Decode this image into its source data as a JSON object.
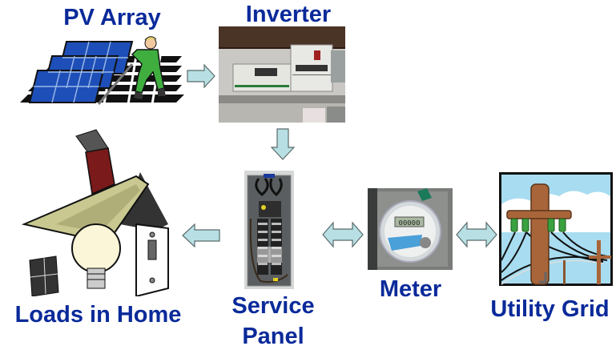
{
  "diagram": {
    "title": "Grid-tied PV system flow",
    "colors": {
      "label_text": "#0a2a9a",
      "arrow_fill": "#b8e0e4",
      "arrow_stroke": "#5a6a6a"
    },
    "nodes": [
      {
        "id": "pv-array",
        "label": "PV Array",
        "icon": "solar-panel-worker-icon"
      },
      {
        "id": "inverter",
        "label": "Inverter",
        "icon": "inverter-photo"
      },
      {
        "id": "service-panel",
        "label_line1": "Service",
        "label_line2": "Panel",
        "icon": "breaker-panel-photo"
      },
      {
        "id": "meter",
        "label": "Meter",
        "icon": "electric-meter-photo",
        "display_reading": "00000"
      },
      {
        "id": "utility-grid",
        "label": "Utility Grid",
        "icon": "power-pole-icon"
      },
      {
        "id": "loads-in-home",
        "label": "Loads in Home",
        "icon": "house-bulb-switch-icon"
      }
    ],
    "edges": [
      {
        "from": "pv-array",
        "to": "inverter",
        "direction": "right"
      },
      {
        "from": "inverter",
        "to": "service-panel",
        "direction": "down"
      },
      {
        "from": "service-panel",
        "to": "loads-in-home",
        "direction": "left"
      },
      {
        "from": "service-panel",
        "to": "meter",
        "direction": "bidirectional"
      },
      {
        "from": "meter",
        "to": "utility-grid",
        "direction": "bidirectional"
      }
    ]
  }
}
